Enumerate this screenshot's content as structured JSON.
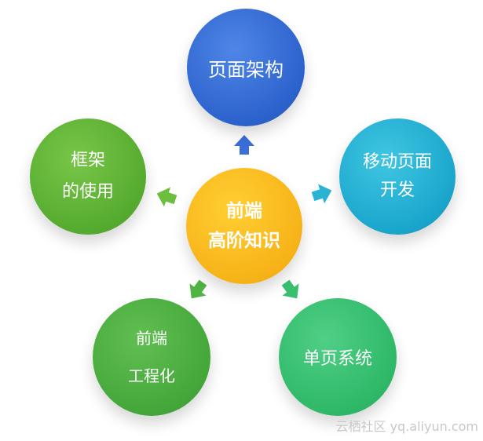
{
  "diagram": {
    "center": {
      "lines": [
        "前端",
        "高阶知识"
      ],
      "color": "#f7b318"
    },
    "nodes": {
      "top": {
        "lines": [
          "页面架构"
        ],
        "color": "#2c62cc"
      },
      "right": {
        "lines": [
          "移动页面",
          "开发"
        ],
        "color": "#1aa6cc"
      },
      "left": {
        "lines": [
          "框架",
          "的使用"
        ],
        "color": "#55ab2f"
      },
      "bottom_left": {
        "lines": [
          "前端",
          "工程化"
        ],
        "color": "#44a73a"
      },
      "bottom_right": {
        "lines": [
          "单页系统"
        ],
        "color": "#2fb868"
      }
    },
    "arrow_colors": {
      "top": "#3a6fd8",
      "right": "#2bb3d6",
      "left": "#6cbe3f",
      "bottom_left": "#4fb443",
      "bottom_right": "#38c070"
    }
  },
  "watermark": "云栖社区 yq.aliyun.com"
}
